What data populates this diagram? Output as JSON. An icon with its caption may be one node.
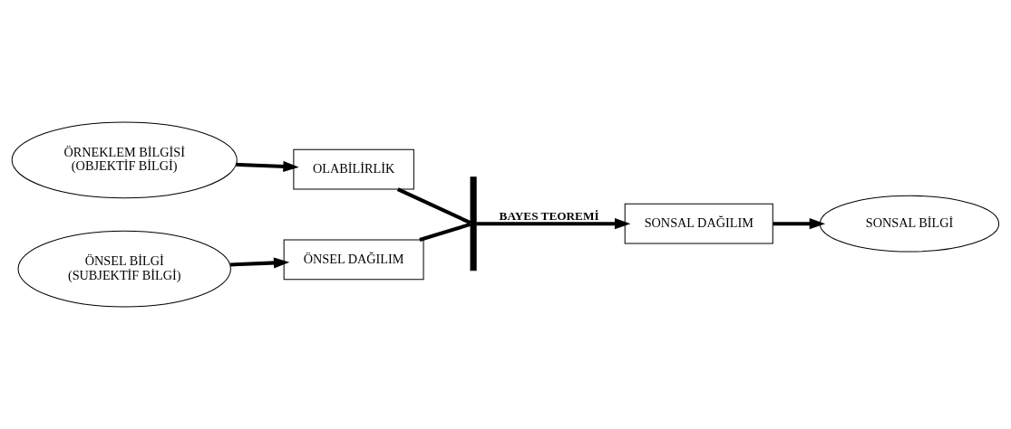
{
  "diagram": {
    "nodes": [
      {
        "text": [
          "ÖRNEKLEM BİLGİSİ",
          "(OBJEKTİF BİLGİ)"
        ]
      },
      {
        "text": [
          "OLABİLİRLİK"
        ]
      },
      {
        "text": [
          "SONSAL DAĞILIM"
        ]
      },
      {
        "text": [
          "SONSAL BİLGİ"
        ]
      },
      {
        "text": [],
        "shape": "bar"
      },
      {
        "text": [
          "ÖNSEL BİLGİ",
          "(SUBJEKTİF BİLGİ)"
        ]
      },
      {
        "text": [
          "ÖNSEL DAĞILIM"
        ]
      }
    ],
    "edges": [
      {
        "from": 0,
        "to": 1,
        "arrow": "to"
      },
      {
        "from": 1,
        "to": 4,
        "arrow": "none"
      },
      {
        "from": 4,
        "to": 2,
        "arrow": "to",
        "label": "BAYES TEOREMİ"
      },
      {
        "from": 2,
        "to": 3,
        "arrow": "to"
      },
      {
        "from": 5,
        "to": 6,
        "arrow": "to"
      },
      {
        "from": 6,
        "to": 4,
        "arrow": "none"
      }
    ]
  }
}
